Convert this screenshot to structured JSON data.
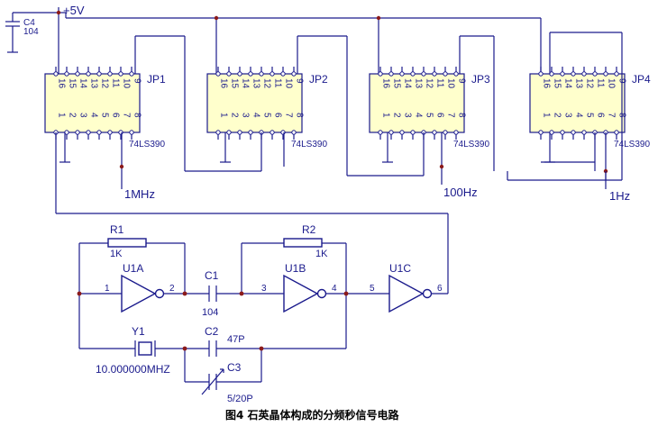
{
  "supply": {
    "label": "+5V"
  },
  "decoupling": {
    "ref": "C4",
    "value": "104"
  },
  "chips": [
    {
      "ref": "JP1",
      "part": "74LS390",
      "top_pins": [
        "16",
        "15",
        "14",
        "13",
        "12",
        "11",
        "10",
        "9"
      ],
      "bottom_pins": [
        "1",
        "2",
        "3",
        "4",
        "5",
        "6",
        "7",
        "8"
      ]
    },
    {
      "ref": "JP2",
      "part": "74LS390",
      "top_pins": [
        "16",
        "15",
        "14",
        "13",
        "12",
        "11",
        "10",
        "9"
      ],
      "bottom_pins": [
        "1",
        "2",
        "3",
        "4",
        "5",
        "6",
        "7",
        "8"
      ]
    },
    {
      "ref": "JP3",
      "part": "74LS390",
      "top_pins": [
        "16",
        "15",
        "14",
        "13",
        "12",
        "11",
        "10",
        "9"
      ],
      "bottom_pins": [
        "1",
        "2",
        "3",
        "4",
        "5",
        "6",
        "7",
        "8"
      ]
    },
    {
      "ref": "JP4",
      "part": "74LS390",
      "top_pins": [
        "16",
        "15",
        "14",
        "13",
        "12",
        "11",
        "10",
        "9"
      ],
      "bottom_pins": [
        "1",
        "2",
        "3",
        "4",
        "5",
        "6",
        "7",
        "8"
      ]
    }
  ],
  "outputs": [
    "1MHz",
    "100Hz",
    "1Hz"
  ],
  "oscillator": {
    "r1": {
      "ref": "R1",
      "value": "1K"
    },
    "r2": {
      "ref": "R2",
      "value": "1K"
    },
    "u1a": {
      "ref": "U1A",
      "in_pin": "1",
      "out_pin": "2"
    },
    "u1b": {
      "ref": "U1B",
      "in_pin": "3",
      "out_pin": "4"
    },
    "u1c": {
      "ref": "U1C",
      "in_pin": "5",
      "out_pin": "6"
    },
    "c1": {
      "ref": "C1",
      "value": "104"
    },
    "c2": {
      "ref": "C2",
      "value": "47P"
    },
    "c3": {
      "ref": "C3",
      "value": "5/20P"
    },
    "y1": {
      "ref": "Y1",
      "value": "10.000000MHZ"
    }
  },
  "caption": "图4  石英晶体构成的分频秒信号电路"
}
